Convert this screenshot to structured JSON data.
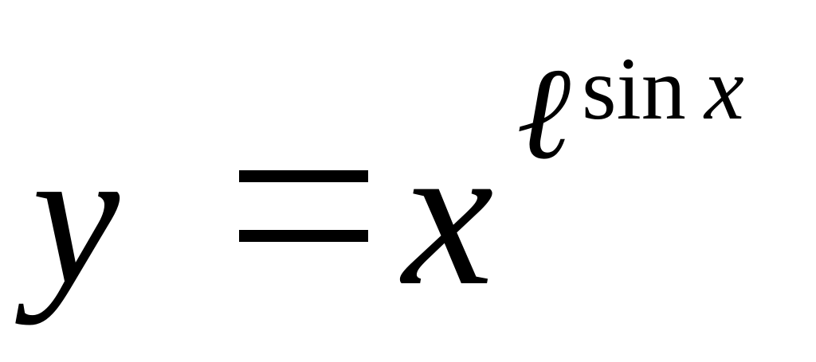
{
  "formula": {
    "lhs_variable": "y",
    "base_variable": "x",
    "exponent_base": "ℓ",
    "exponent_function": "sin",
    "exponent_argument": "x"
  }
}
